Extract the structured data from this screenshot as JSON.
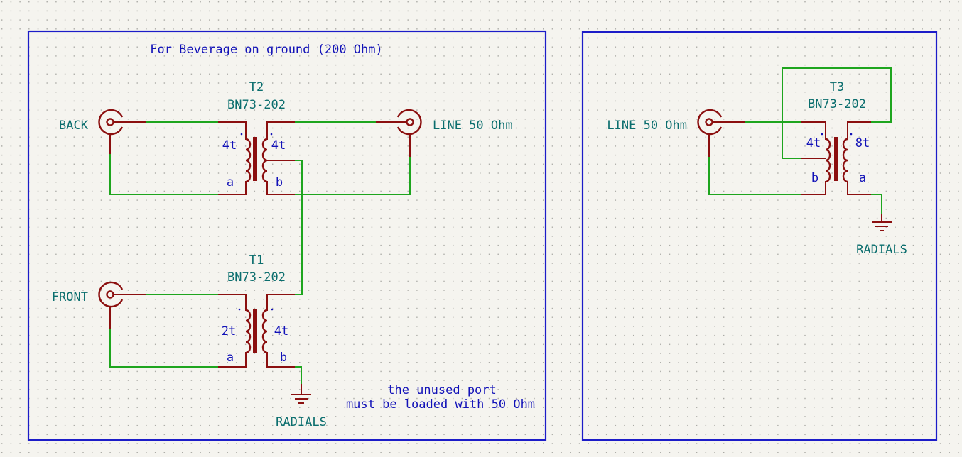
{
  "colors": {
    "background": "#f5f4ef",
    "frame": "#1c1cc8",
    "wire": "#1ea51e",
    "symbol": "#8b0f0f",
    "reference_text": "#0b6e6e",
    "note_text": "#1212b8"
  },
  "left_sheet": {
    "title_note": "For Beverage on ground (200 Ohm)",
    "footnote_line1": "the unused port",
    "footnote_line2": "must be loaded with 50 Ohm",
    "transformers": [
      {
        "ref": "T2",
        "value": "BN73-202",
        "primary_turns": "4t",
        "secondary_turns": "4t",
        "primary_end": "a",
        "secondary_end": "b"
      },
      {
        "ref": "T1",
        "value": "BN73-202",
        "primary_turns": "2t",
        "secondary_turns": "4t",
        "primary_end": "a",
        "secondary_end": "b"
      }
    ],
    "connectors": {
      "back": "BACK",
      "line": "LINE 50 Ohm",
      "front": "FRONT"
    },
    "ground_label": "RADIALS"
  },
  "right_sheet": {
    "transformer": {
      "ref": "T3",
      "value": "BN73-202",
      "primary_turns": "4t",
      "secondary_turns": "8t",
      "primary_end": "b",
      "secondary_end": "a"
    },
    "connector": "LINE 50 Ohm",
    "ground_label": "RADIALS"
  }
}
